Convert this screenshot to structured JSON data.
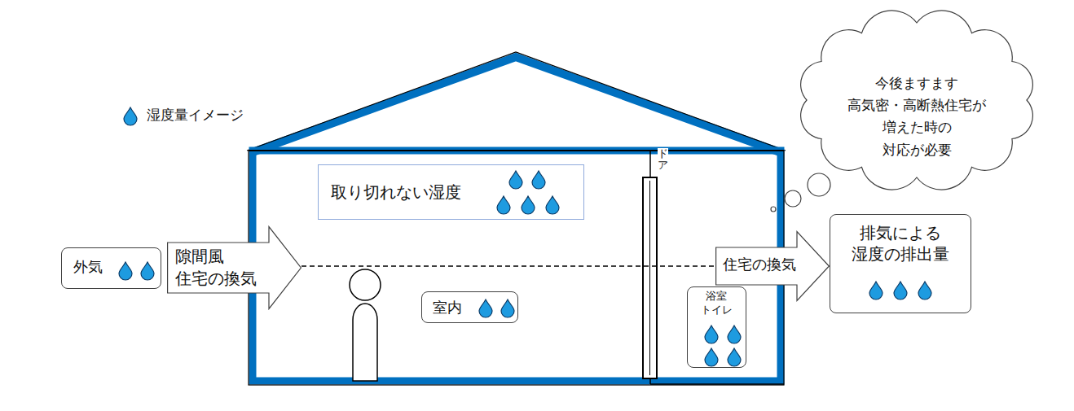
{
  "diagram": {
    "nodes": [
      {
        "text": [
          "取り切れない湿度"
        ]
      },
      {
        "text": [
          "今後ますます 高気密・高断熱住宅が 増えた時の 対応が必要"
        ]
      },
      {
        "text": [
          "外気"
        ]
      },
      {
        "text": [
          "隙間風 住宅の換気"
        ]
      },
      {
        "text": [
          "住宅の換気"
        ]
      },
      {
        "text": [
          "排気による 湿度の排出量"
        ]
      },
      {
        "text": [
          "室内"
        ]
      },
      {
        "text": [
          "浴室 トイレ"
        ]
      }
    ],
    "edges": [
      {
        "from": 3,
        "to": 4,
        "arrow": "none"
      }
    ],
    "labels": [
      "ドア"
    ],
    "legend": [
      {
        "text": "湿度量イメージ"
      }
    ]
  }
}
